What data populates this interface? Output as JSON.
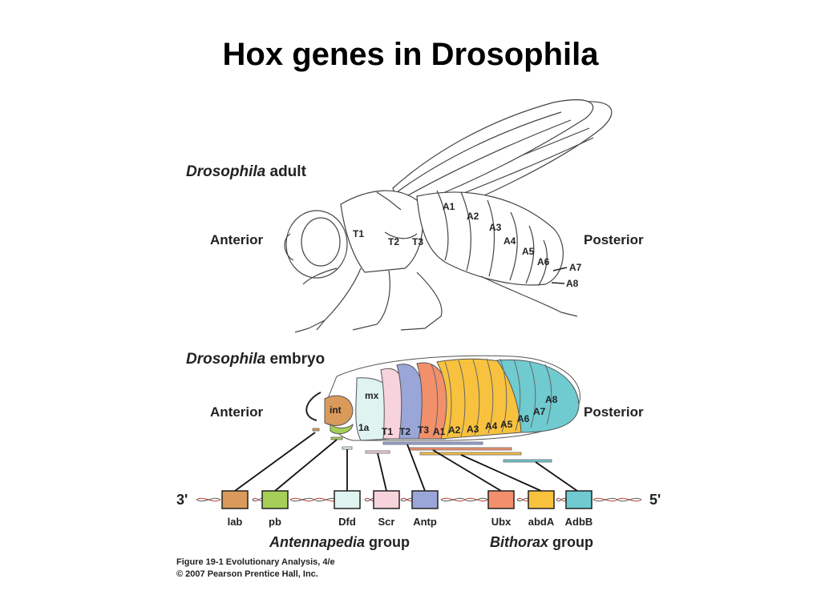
{
  "title": "Hox genes in Drosophila",
  "adult": {
    "heading_italic": "Drosophila",
    "heading_rest": " adult",
    "anterior": "Anterior",
    "posterior": "Posterior",
    "segments": [
      "T1",
      "T2",
      "T3",
      "A1",
      "A2",
      "A3",
      "A4",
      "A5",
      "A6",
      "A7",
      "A8"
    ]
  },
  "embryo": {
    "heading_italic": "Drosophila",
    "heading_rest": " embryo",
    "anterior": "Anterior",
    "posterior": "Posterior",
    "head_labels": [
      "mx",
      "int",
      "1a"
    ],
    "segments": [
      "T1",
      "T2",
      "T3",
      "A1",
      "A2",
      "A3",
      "A4",
      "A5",
      "A6",
      "A7",
      "A8"
    ]
  },
  "chromosome": {
    "left_end": "3'",
    "right_end": "5'",
    "genes": [
      {
        "name": "lab",
        "color": "#d99a5b"
      },
      {
        "name": "pb",
        "color": "#a6cf57"
      },
      {
        "name": "Dfd",
        "color": "#dff3f1"
      },
      {
        "name": "Scr",
        "color": "#f7d3db"
      },
      {
        "name": "Antp",
        "color": "#9aa6d8"
      },
      {
        "name": "Ubx",
        "color": "#f2906b"
      },
      {
        "name": "abdA",
        "color": "#f8c23e"
      },
      {
        "name": "AdbB",
        "color": "#6fcbd0"
      }
    ],
    "group_antennapedia_italic": "Antennapedia",
    "group_antennapedia_rest": " group",
    "group_bithorax_italic": "Bithorax",
    "group_bithorax_rest": " group"
  },
  "caption": {
    "line1": "Figure 19-1  Evolutionary Analysis, 4/e",
    "line2": "© 2007 Pearson Prentice Hall, Inc."
  }
}
